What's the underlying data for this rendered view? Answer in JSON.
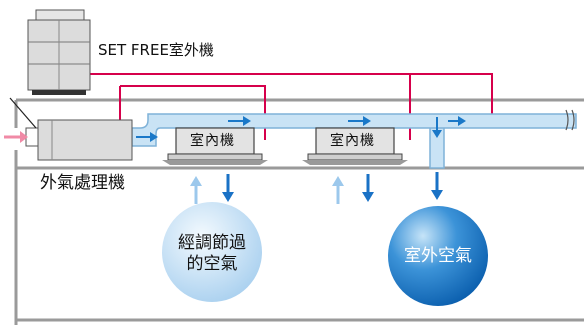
{
  "labels": {
    "outdoor_unit": "SET FREE室外機",
    "fresh_air_unit": "外氣處理機",
    "indoor_unit_1": "室內機",
    "indoor_unit_2": "室內機",
    "conditioned_air_line1": "經調節過",
    "conditioned_air_line2": "的空氣",
    "outdoor_air": "室外空氣"
  },
  "colors": {
    "refrigerant_pipe": "#d6004b",
    "duct_fill": "#c9e3f5",
    "duct_arrow": "#1a78c8",
    "intake_arrow": "#f08aa6",
    "supply_arrow_light": "#9cc8ec",
    "return_arrow": "#1a72c6",
    "wall": "#9a9a9a",
    "unit_fill": "#dcdcdc",
    "bubble_light": "#cfe6f7",
    "bubble_dark": "#1778c9"
  }
}
